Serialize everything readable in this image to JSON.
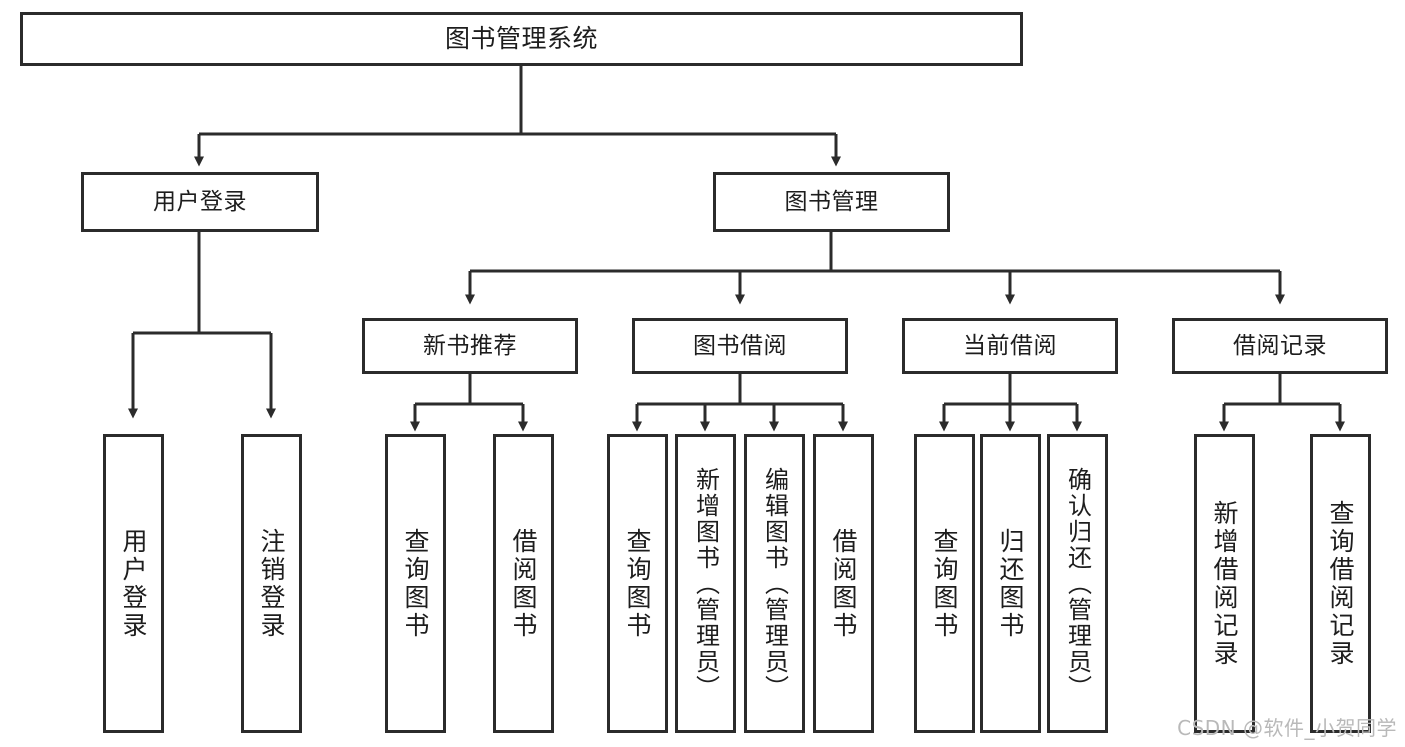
{
  "diagram": {
    "title": "图书管理系统",
    "type": "hierarchy-tree",
    "watermark": "CSDN @软件_小贺同学",
    "colors": {
      "stroke": "#2b2b2b",
      "text": "#1d1d1d",
      "background": "#ffffff",
      "watermark": "#b9b9b9"
    },
    "root": {
      "label": "图书管理系统"
    },
    "level2": [
      {
        "label": "用户登录"
      },
      {
        "label": "图书管理"
      }
    ],
    "level3": [
      {
        "label": "新书推荐"
      },
      {
        "label": "图书借阅"
      },
      {
        "label": "当前借阅"
      },
      {
        "label": "借阅记录"
      }
    ],
    "leaves": {
      "user_login": [
        {
          "label": "用户登录"
        },
        {
          "label": "注销登录"
        }
      ],
      "new_book": [
        {
          "label": "查询图书"
        },
        {
          "label": "借阅图书"
        }
      ],
      "book_borrow": [
        {
          "label": "查询图书"
        },
        {
          "label": "新增图书（管理员）"
        },
        {
          "label": "编辑图书（管理员）"
        },
        {
          "label": "借阅图书"
        }
      ],
      "current_borrow": [
        {
          "label": "查询图书"
        },
        {
          "label": "归还图书"
        },
        {
          "label": "确认归还（管理员）"
        }
      ],
      "borrow_record": [
        {
          "label": "新增借阅记录"
        },
        {
          "label": "查询借阅记录"
        }
      ]
    }
  }
}
